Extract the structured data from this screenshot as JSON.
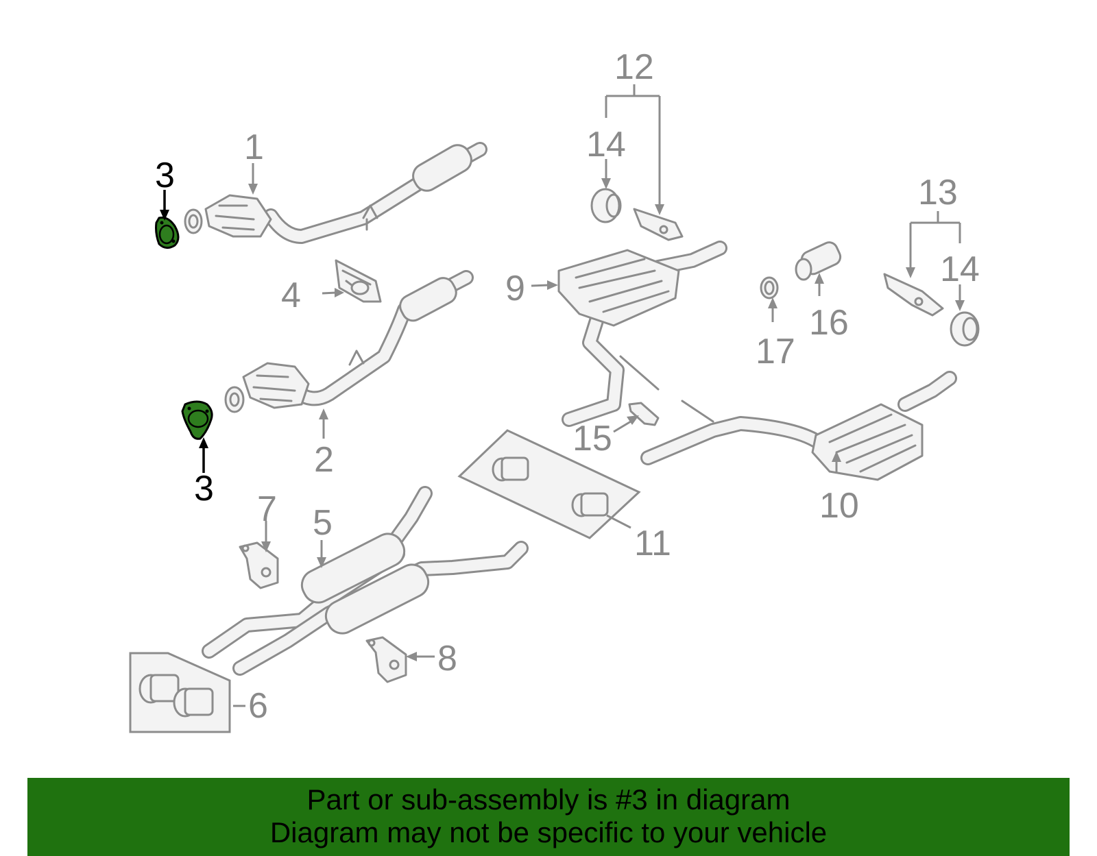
{
  "callouts": {
    "c1": "1",
    "c2": "2",
    "c3a": "3",
    "c3b": "3",
    "c4": "4",
    "c5": "5",
    "c6": "6",
    "c7": "7",
    "c8": "8",
    "c9": "9",
    "c10": "10",
    "c11": "11",
    "c12": "12",
    "c13": "13",
    "c14a": "14",
    "c14b": "14",
    "c15": "15",
    "c16": "16",
    "c17": "17"
  },
  "highlighted_part": "3",
  "colors": {
    "highlight": "#2e7d1e",
    "banner": "#1f720f",
    "line_art": "#8c8c8c"
  },
  "footer": {
    "line1": "Part or sub-assembly is #3 in diagram",
    "line2": "Diagram may not be specific to your vehicle"
  }
}
